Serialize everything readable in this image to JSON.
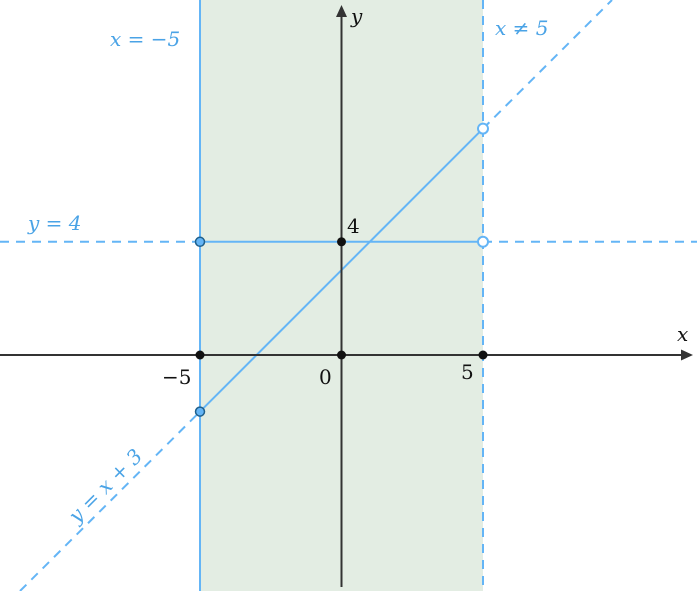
{
  "colors": {
    "region_fill": "#e3ede3",
    "line": "#64b5f6",
    "dash": "#64b5f6",
    "label": "#4aa3e6",
    "axis": "#333333",
    "point": "#111111"
  },
  "axes": {
    "x_label": "x",
    "y_label": "y"
  },
  "ticks": {
    "x_neg5": "−5",
    "origin": "0",
    "x_5": "5",
    "y_4": "4"
  },
  "labels": {
    "left_boundary": "x = −5",
    "right_boundary": "x ≠ 5",
    "horizontal_line": "y = 4",
    "diagonal_line": "y = x + 3"
  },
  "region": {
    "x_min": -5,
    "x_max": 5,
    "right_boundary_excluded": true
  },
  "lines": {
    "diagonal": {
      "slope": 1,
      "intercept": 3
    },
    "horizontal": {
      "y": 4
    }
  },
  "points": [
    {
      "name": "point-neg5-neg2",
      "x": -5,
      "y": -2,
      "style": "filled-blue"
    },
    {
      "name": "point-neg5-4",
      "x": -5,
      "y": 4,
      "style": "filled-blue"
    },
    {
      "name": "point-5-8",
      "x": 5,
      "y": 8,
      "style": "open-blue"
    },
    {
      "name": "point-5-4",
      "x": 5,
      "y": 4,
      "style": "open-blue"
    },
    {
      "name": "point-neg5-0",
      "x": -5,
      "y": 0,
      "style": "black"
    },
    {
      "name": "point-origin",
      "x": 0,
      "y": 0,
      "style": "black"
    },
    {
      "name": "point-5-0",
      "x": 5,
      "y": 0,
      "style": "black"
    },
    {
      "name": "point-0-4",
      "x": 0,
      "y": 4,
      "style": "black"
    }
  ]
}
